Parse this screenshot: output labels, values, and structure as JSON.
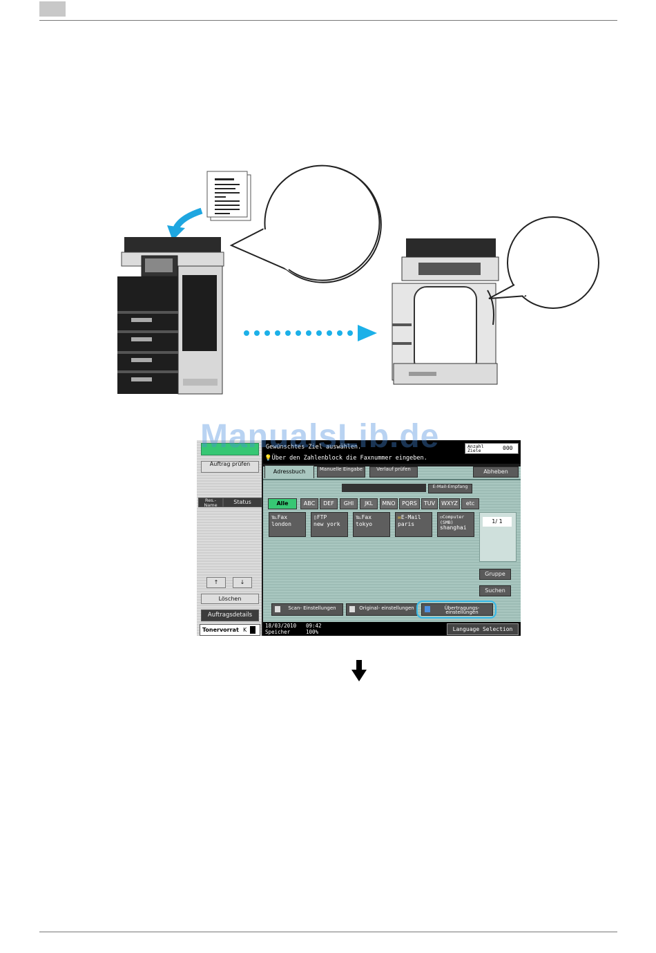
{
  "watermark": "ManualsLib.de",
  "panel": {
    "left": {
      "top_button": "",
      "auftrag_pruefen": "Auftrag prüfen",
      "col_header_name": "Res.- Name",
      "col_header_status": "Status",
      "loeschen": "Löschen",
      "auftragsdetails": "Auftragsdetails",
      "tonervorrat": "Tonervorrat",
      "toner_k": "K"
    },
    "message_line1": "Gewünschtes Ziel auswählen.",
    "message_line2": "Über den Zahlenblock die Faxnummer eingeben.",
    "anzahl_label": "Anzahl Ziele",
    "anzahl_value": "000",
    "tabs": {
      "adressbuch": "Adressbuch",
      "manuelle_eingabe": "Manuelle Eingabe",
      "verlauf_pruefen": "Verlauf prüfen"
    },
    "abheben": "Abheben",
    "email_empfang": "E-Mail-Empfang",
    "alpha": [
      "Alle",
      "ABC",
      "DEF",
      "GHI",
      "JKL",
      "MNO",
      "PQRS",
      "TUV",
      "WXYZ",
      "etc"
    ],
    "destinations": [
      {
        "type": "Fax",
        "name": "london"
      },
      {
        "type": "FTP",
        "name": "new york"
      },
      {
        "type": "Fax",
        "name": "tokyo"
      },
      {
        "type": "E-Mail",
        "name": "paris"
      },
      {
        "type": "Computer (SMB)",
        "name": "shanghai"
      }
    ],
    "page_counter": "1/ 1",
    "gruppe": "Gruppe",
    "suchen": "Suchen",
    "bottom_buttons": {
      "scan": "Scan- Einstellungen",
      "original": "Original- einstellungen",
      "uebertragung": "Übertragungs- einstellungen"
    },
    "date": "18/03/2010",
    "time": "09:42",
    "speicher_label": "Speicher",
    "speicher_value": "100%",
    "language_selection": "Language Selection"
  },
  "colors": {
    "panel_green": "#a9c7c0",
    "selected_green": "#37c774",
    "highlight_cyan": "#35b8e8",
    "arrow_cyan": "#1cb0e8"
  }
}
